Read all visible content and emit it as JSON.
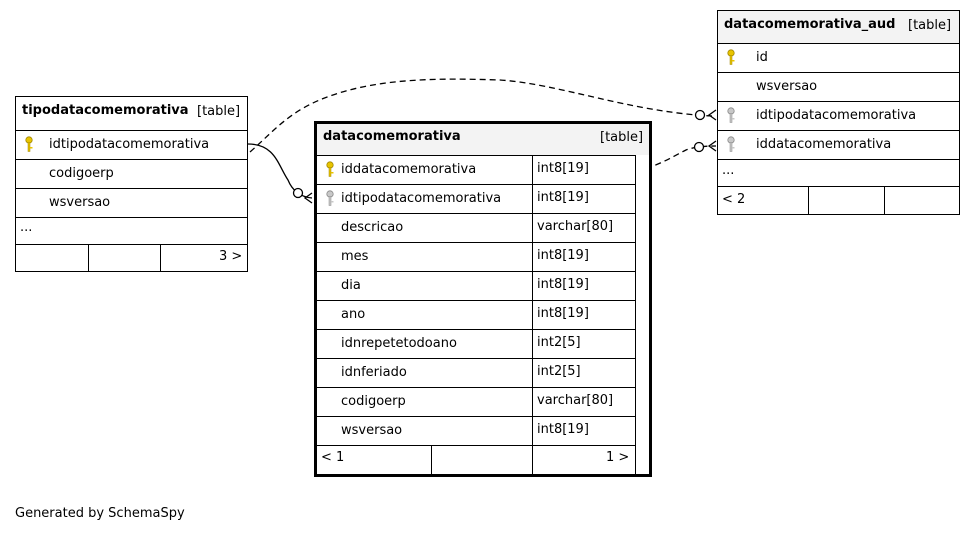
{
  "tables": {
    "tipodatacomemorativa": {
      "name": "tipodatacomemorativa",
      "tag": "[table]",
      "columns": [
        "idtipodatacomemorativa",
        "codigoerp",
        "wsversao"
      ],
      "ellipsis": "...",
      "nav_right": "3 >"
    },
    "datacomemorativa": {
      "name": "datacomemorativa",
      "tag": "[table]",
      "columns": [
        {
          "name": "iddatacomemorativa",
          "type": "int8[19]"
        },
        {
          "name": "idtipodatacomemorativa",
          "type": "int8[19]"
        },
        {
          "name": "descricao",
          "type": "varchar[80]"
        },
        {
          "name": "mes",
          "type": "int8[19]"
        },
        {
          "name": "dia",
          "type": "int8[19]"
        },
        {
          "name": "ano",
          "type": "int8[19]"
        },
        {
          "name": "idnrepetetodoano",
          "type": "int2[5]"
        },
        {
          "name": "idnferiado",
          "type": "int2[5]"
        },
        {
          "name": "codigoerp",
          "type": "varchar[80]"
        },
        {
          "name": "wsversao",
          "type": "int8[19]"
        }
      ],
      "nav_left": "< 1",
      "nav_right": "1 >"
    },
    "datacomemorativa_aud": {
      "name": "datacomemorativa_aud",
      "tag": "[table]",
      "columns": [
        "id",
        "wsversao",
        "idtipodatacomemorativa",
        "iddatacomemorativa"
      ],
      "ellipsis": "...",
      "nav_left": "< 2"
    }
  },
  "footer": "Generated by SchemaSpy",
  "colors": {
    "primary_key": "#e8c400",
    "foreign_key": "#b4b4b4",
    "header_bg": "#f3f3f3",
    "line": "#000000"
  },
  "icons": {
    "primary_key": "key-icon",
    "foreign_key": "foreign-key-icon"
  }
}
